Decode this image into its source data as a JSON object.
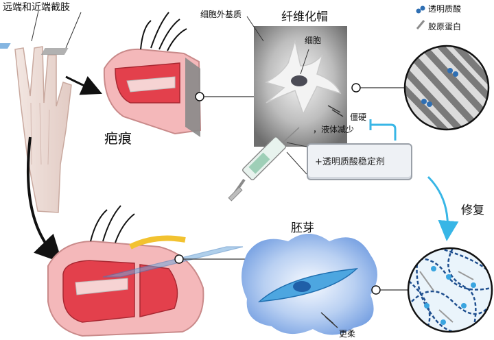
{
  "labels": {
    "amputation_levels": "远端和近端截肢",
    "extracellular_matrix": "细胞外基质",
    "fibrotic_cap": "纤维化帽",
    "cell": "细胞",
    "scar": "疤痕",
    "stiff": "僵硬",
    "less_fluid": "，液体减少",
    "additive": "+透明质酸稳定剂",
    "blastema": "胚芽",
    "repair": "修复",
    "softer": "更柔"
  },
  "legend": [
    {
      "label": "透明质酸",
      "color": "#2f6fb3"
    },
    {
      "label": "胶原蛋白",
      "color": "#8c8c8c"
    }
  ],
  "colors": {
    "skin": "#f2b6b8",
    "tissue_red": "#e3404c",
    "bone_grey": "#bdbdbd",
    "blastema_blue": "#8fb3e8",
    "arrow_blue": "#38b6e6",
    "plane_blue": "#6fa8dc",
    "ecm_dark": "#777777",
    "hyaluronan": "#2f6fb3"
  }
}
